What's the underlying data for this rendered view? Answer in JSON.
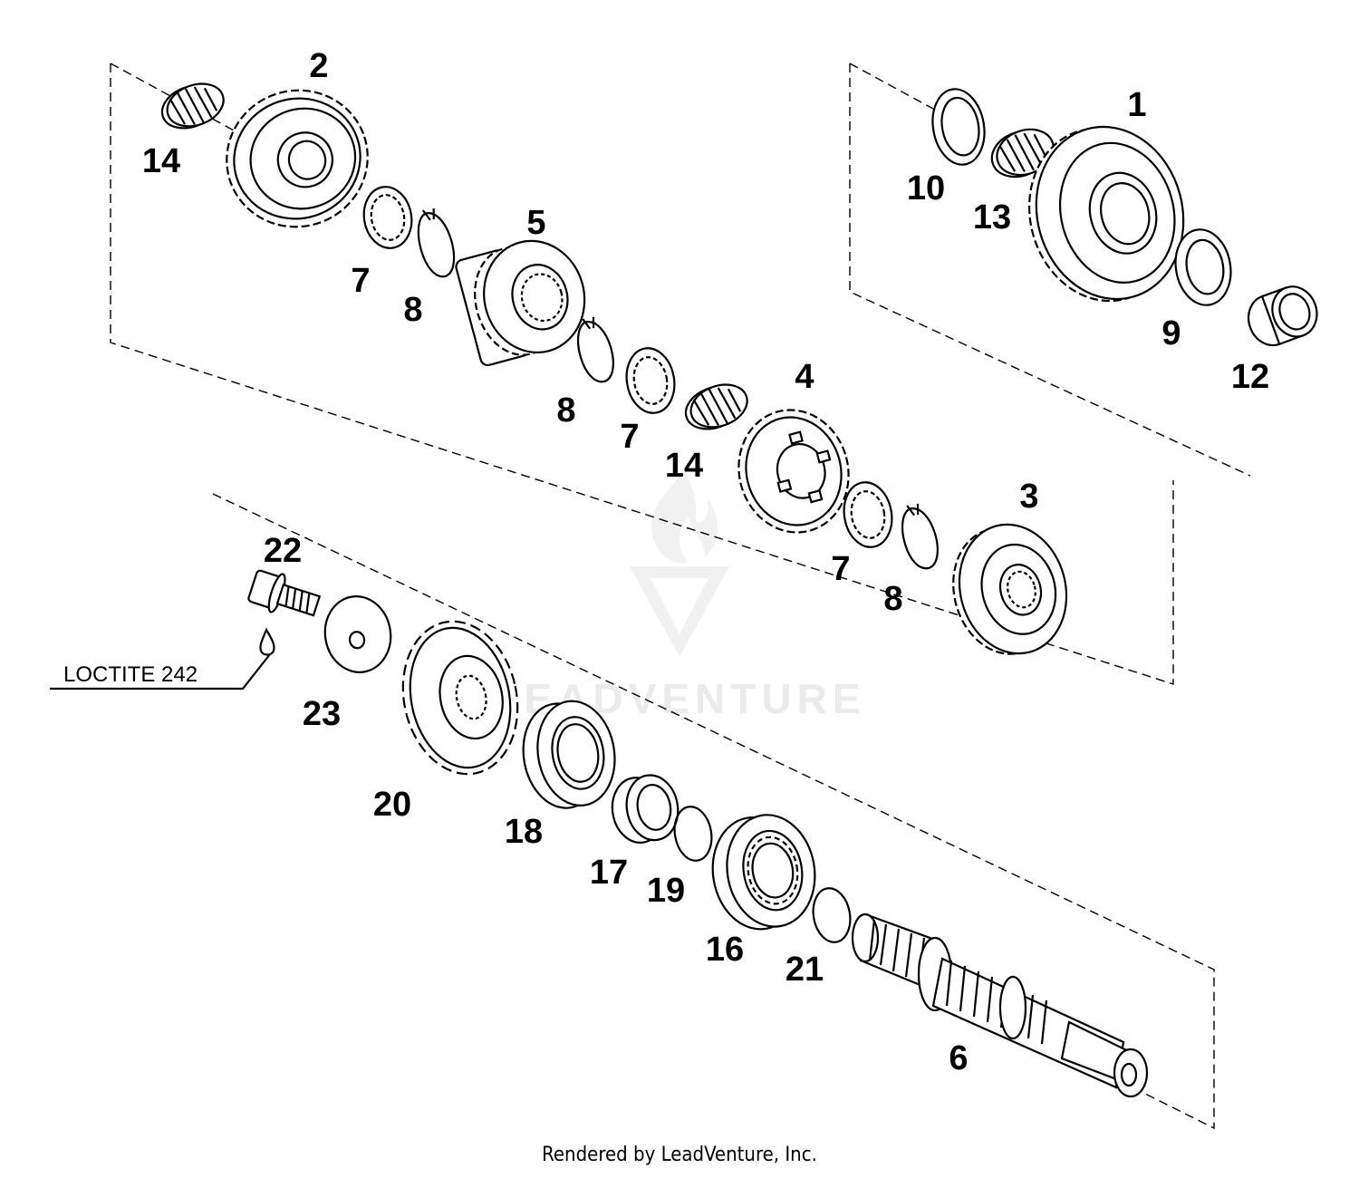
{
  "callouts": [
    {
      "id": "c1",
      "text": "1"
    },
    {
      "id": "c2",
      "text": "2"
    },
    {
      "id": "c3",
      "text": "3"
    },
    {
      "id": "c4",
      "text": "4"
    },
    {
      "id": "c5",
      "text": "5"
    },
    {
      "id": "c6",
      "text": "6"
    },
    {
      "id": "c7a",
      "text": "7"
    },
    {
      "id": "c7b",
      "text": "7"
    },
    {
      "id": "c7c",
      "text": "7"
    },
    {
      "id": "c8a",
      "text": "8"
    },
    {
      "id": "c8b",
      "text": "8"
    },
    {
      "id": "c8c",
      "text": "8"
    },
    {
      "id": "c9",
      "text": "9"
    },
    {
      "id": "c10",
      "text": "10"
    },
    {
      "id": "c12",
      "text": "12"
    },
    {
      "id": "c13",
      "text": "13"
    },
    {
      "id": "c14a",
      "text": "14"
    },
    {
      "id": "c14b",
      "text": "14"
    },
    {
      "id": "c16",
      "text": "16"
    },
    {
      "id": "c17",
      "text": "17"
    },
    {
      "id": "c18",
      "text": "18"
    },
    {
      "id": "c19",
      "text": "19"
    },
    {
      "id": "c20",
      "text": "20"
    },
    {
      "id": "c21",
      "text": "21"
    },
    {
      "id": "c22",
      "text": "22"
    },
    {
      "id": "c23",
      "text": "23"
    }
  ],
  "note": "LOCTITE 242",
  "watermark": "LEADVENTURE",
  "footer": "Rendered by LeadVenture, Inc."
}
